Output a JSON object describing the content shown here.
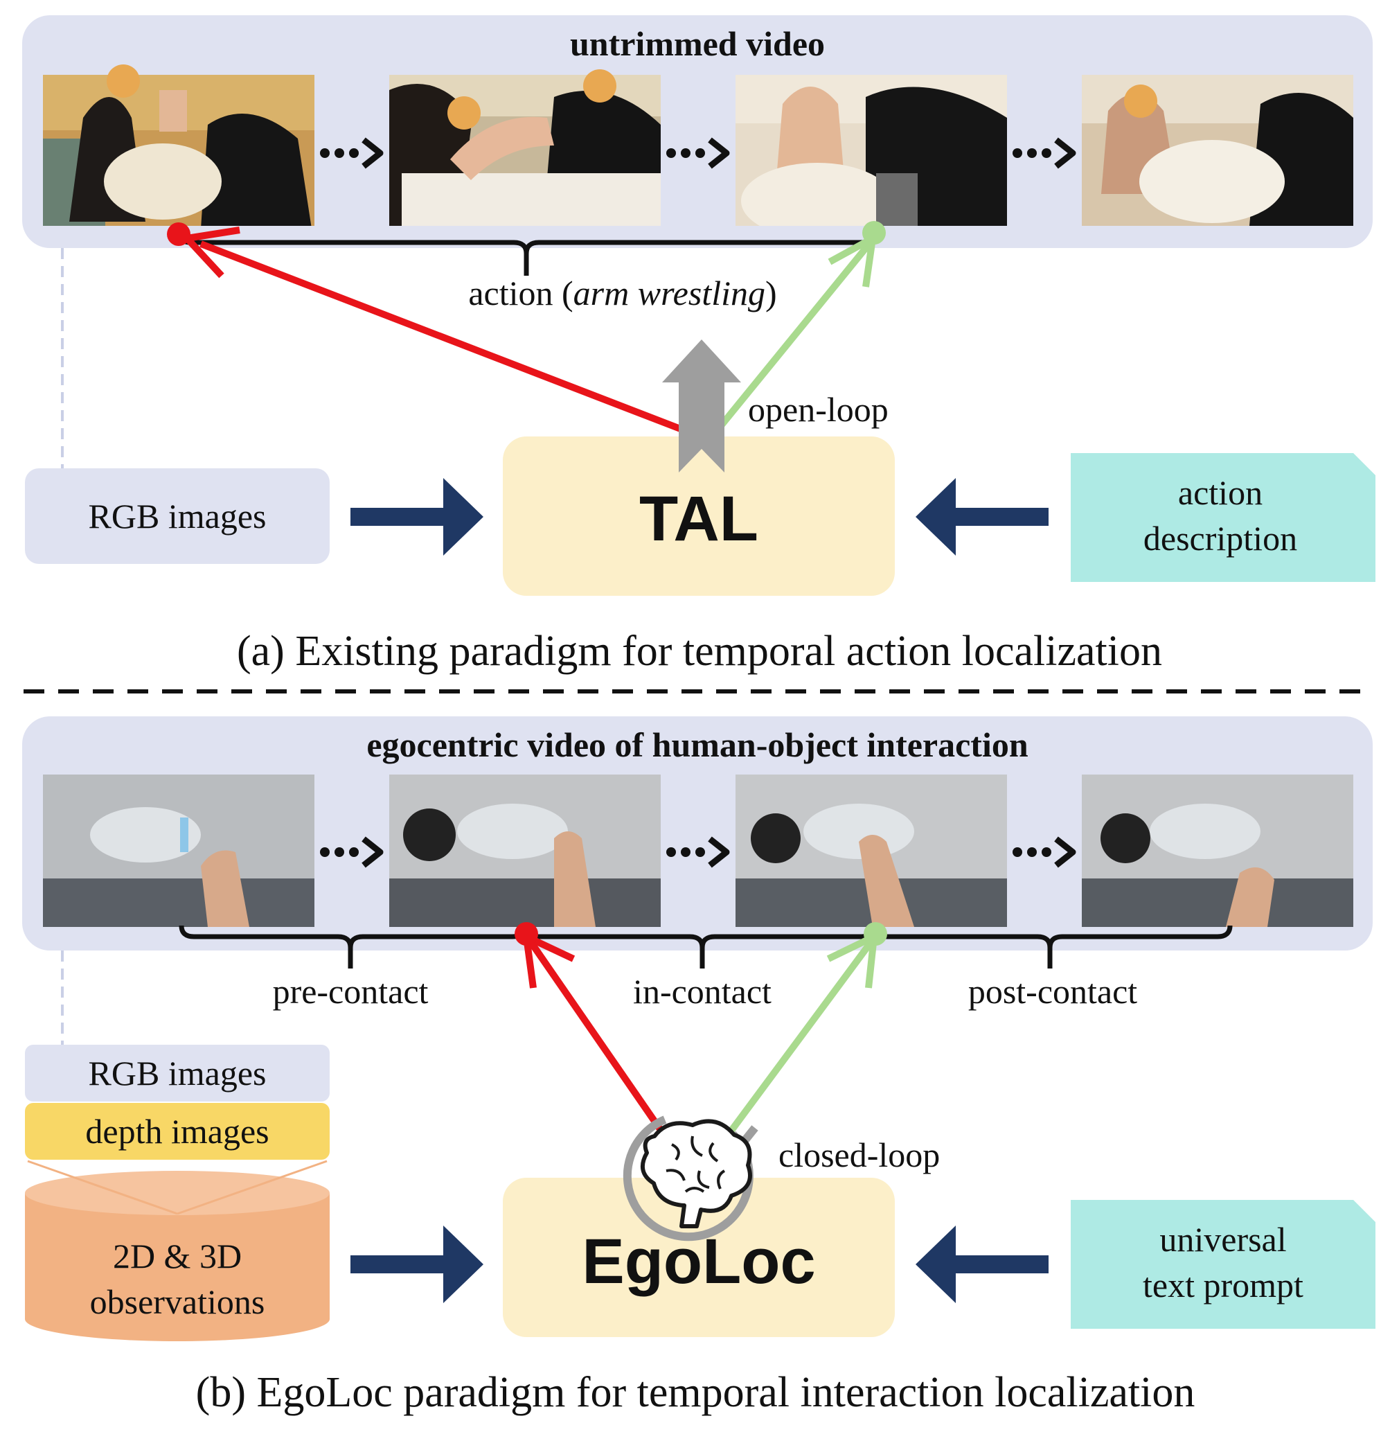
{
  "colors": {
    "panel_bg": "#dfe2f1",
    "input_box": "#dfe2f1",
    "model_box": "#fcefc9",
    "text_box": "#aeeae4",
    "depth_box": "#f8d766",
    "cylinder": "#f2b283",
    "arrow_navy": "#1f3864",
    "red": "#e8141a",
    "green": "#a9da8e",
    "gray": "#9e9e9e",
    "face_blur": "#e8a852"
  },
  "panel_a": {
    "video_title": "untrimmed video",
    "action_label_prefix": "action (",
    "action_label_italic": "arm wrestling",
    "action_label_suffix": ")",
    "loop_label": "open-loop",
    "input_label": "RGB images",
    "model_label": "TAL",
    "text_label_line1": "action",
    "text_label_line2": "description",
    "caption": "(a) Existing paradigm for temporal action localization",
    "frame_icons": [
      "video-frame-arm-wrestling",
      "video-frame-arm-wrestling",
      "video-frame-arm-wrestling",
      "video-frame-arm-wrestling"
    ]
  },
  "panel_b": {
    "video_title": "egocentric video of human-object interaction",
    "phase_labels": [
      "pre-contact",
      "in-contact",
      "post-contact"
    ],
    "loop_label": "closed-loop",
    "input_rgb_label": "RGB images",
    "input_depth_label": "depth images",
    "obs_line1": "2D & 3D",
    "obs_line2": "observations",
    "model_label": "EgoLoc",
    "text_label_line1": "universal",
    "text_label_line2": "text prompt",
    "caption": "(b) EgoLoc paradigm for temporal interaction localization",
    "frame_icons": [
      "video-frame-bathroom-sink",
      "video-frame-bathroom-sink",
      "video-frame-bathroom-sink",
      "video-frame-bathroom-sink"
    ],
    "model_icon": "brain-icon"
  }
}
